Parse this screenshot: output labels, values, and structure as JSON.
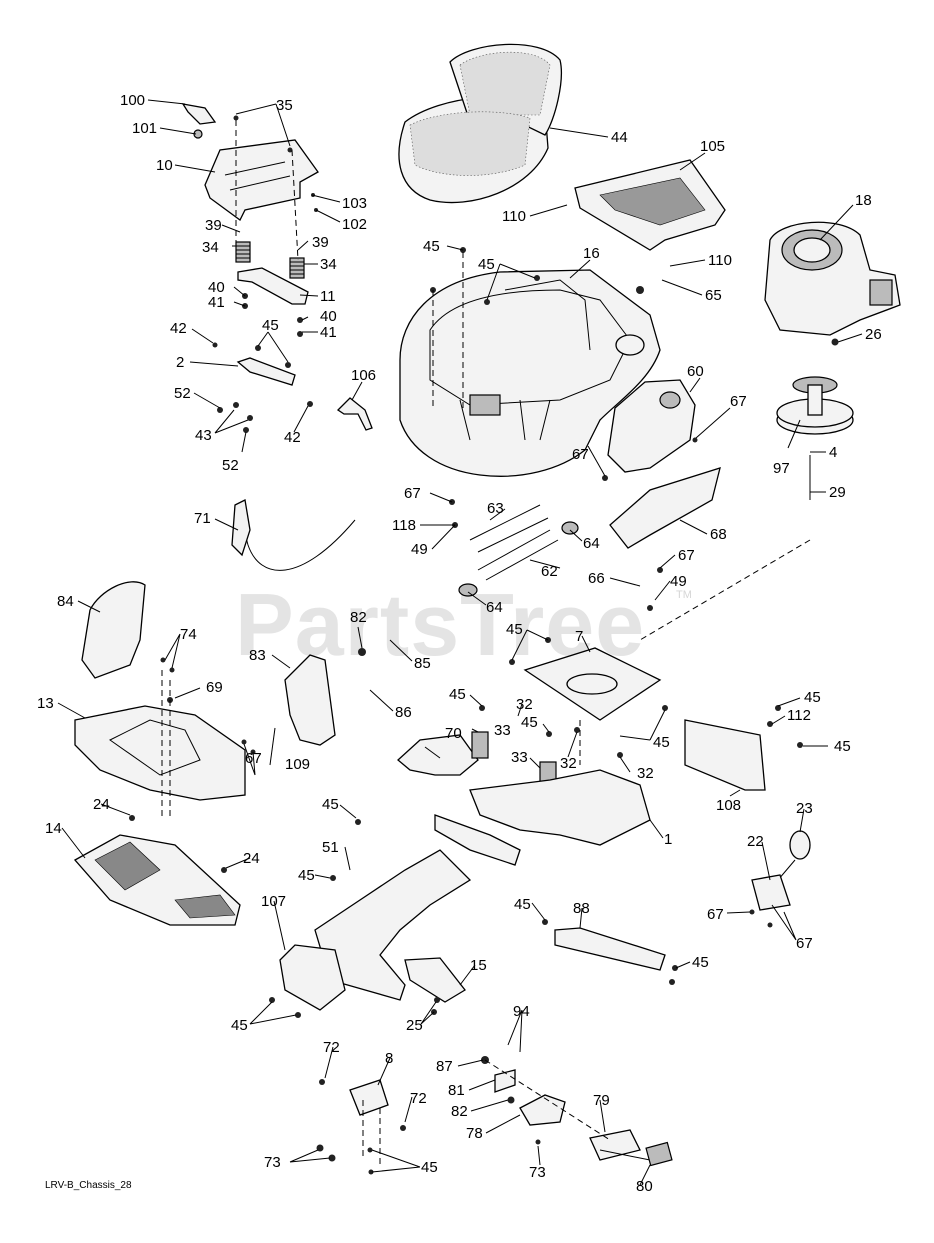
{
  "watermark": "PartsTree",
  "watermark_tm": "TM",
  "diagram_ref": "LRV-B_Chassis_28",
  "callouts": [
    {
      "id": "c100",
      "text": "100"
    },
    {
      "id": "c101",
      "text": "101"
    },
    {
      "id": "c35",
      "text": "35"
    },
    {
      "id": "c10",
      "text": "10"
    },
    {
      "id": "c103",
      "text": "103"
    },
    {
      "id": "c102",
      "text": "102"
    },
    {
      "id": "c39a",
      "text": "39"
    },
    {
      "id": "c39b",
      "text": "39"
    },
    {
      "id": "c34a",
      "text": "34"
    },
    {
      "id": "c34b",
      "text": "34"
    },
    {
      "id": "c40a",
      "text": "40"
    },
    {
      "id": "c41a",
      "text": "41"
    },
    {
      "id": "c11",
      "text": "11"
    },
    {
      "id": "c40b",
      "text": "40"
    },
    {
      "id": "c41b",
      "text": "41"
    },
    {
      "id": "c42a",
      "text": "42"
    },
    {
      "id": "c45a",
      "text": "45"
    },
    {
      "id": "c2",
      "text": "2"
    },
    {
      "id": "c52a",
      "text": "52"
    },
    {
      "id": "c43",
      "text": "43"
    },
    {
      "id": "c42b",
      "text": "42"
    },
    {
      "id": "c52b",
      "text": "52"
    },
    {
      "id": "c106",
      "text": "106"
    },
    {
      "id": "c44",
      "text": "44"
    },
    {
      "id": "c105",
      "text": "105"
    },
    {
      "id": "c110a",
      "text": "110"
    },
    {
      "id": "c110b",
      "text": "110"
    },
    {
      "id": "c45b",
      "text": "45"
    },
    {
      "id": "c45c",
      "text": "45"
    },
    {
      "id": "c16",
      "text": "16"
    },
    {
      "id": "c65",
      "text": "65"
    },
    {
      "id": "c18",
      "text": "18"
    },
    {
      "id": "c26",
      "text": "26"
    },
    {
      "id": "c60",
      "text": "60"
    },
    {
      "id": "c67a",
      "text": "67"
    },
    {
      "id": "c97",
      "text": "97"
    },
    {
      "id": "c4",
      "text": "4"
    },
    {
      "id": "c29",
      "text": "29"
    },
    {
      "id": "c67b",
      "text": "67"
    },
    {
      "id": "c67c",
      "text": "67"
    },
    {
      "id": "c118",
      "text": "118"
    },
    {
      "id": "c63",
      "text": "63"
    },
    {
      "id": "c49a",
      "text": "49"
    },
    {
      "id": "c64a",
      "text": "64"
    },
    {
      "id": "c68",
      "text": "68"
    },
    {
      "id": "c62",
      "text": "62"
    },
    {
      "id": "c67d",
      "text": "67"
    },
    {
      "id": "c66",
      "text": "66"
    },
    {
      "id": "c49b",
      "text": "49"
    },
    {
      "id": "c64b",
      "text": "64"
    },
    {
      "id": "c71",
      "text": "71"
    },
    {
      "id": "c84",
      "text": "84"
    },
    {
      "id": "c74",
      "text": "74"
    },
    {
      "id": "c82a",
      "text": "82"
    },
    {
      "id": "c85",
      "text": "85"
    },
    {
      "id": "c45d",
      "text": "45"
    },
    {
      "id": "c7",
      "text": "7"
    },
    {
      "id": "c83",
      "text": "83"
    },
    {
      "id": "c69",
      "text": "69"
    },
    {
      "id": "c13",
      "text": "13"
    },
    {
      "id": "c86",
      "text": "86"
    },
    {
      "id": "c45e",
      "text": "45"
    },
    {
      "id": "c32a",
      "text": "32"
    },
    {
      "id": "c45f",
      "text": "45"
    },
    {
      "id": "c112",
      "text": "112"
    },
    {
      "id": "c45g",
      "text": "45"
    },
    {
      "id": "c33a",
      "text": "33"
    },
    {
      "id": "c70",
      "text": "70"
    },
    {
      "id": "c45h",
      "text": "45"
    },
    {
      "id": "c45i",
      "text": "45"
    },
    {
      "id": "c109",
      "text": "109"
    },
    {
      "id": "c67e",
      "text": "67"
    },
    {
      "id": "c33b",
      "text": "33"
    },
    {
      "id": "c32b",
      "text": "32"
    },
    {
      "id": "c32c",
      "text": "32"
    },
    {
      "id": "c108",
      "text": "108"
    },
    {
      "id": "c24a",
      "text": "24"
    },
    {
      "id": "c45j",
      "text": "45"
    },
    {
      "id": "c1",
      "text": "1"
    },
    {
      "id": "c23",
      "text": "23"
    },
    {
      "id": "c14",
      "text": "14"
    },
    {
      "id": "c51",
      "text": "51"
    },
    {
      "id": "c24b",
      "text": "24"
    },
    {
      "id": "c22",
      "text": "22"
    },
    {
      "id": "c45k",
      "text": "45"
    },
    {
      "id": "c107",
      "text": "107"
    },
    {
      "id": "c45l",
      "text": "45"
    },
    {
      "id": "c88",
      "text": "88"
    },
    {
      "id": "c67f",
      "text": "67"
    },
    {
      "id": "c67g",
      "text": "67"
    },
    {
      "id": "c45m",
      "text": "45"
    },
    {
      "id": "c15",
      "text": "15"
    },
    {
      "id": "c45n",
      "text": "45"
    },
    {
      "id": "c25",
      "text": "25"
    },
    {
      "id": "c94",
      "text": "94"
    },
    {
      "id": "c72a",
      "text": "72"
    },
    {
      "id": "c8",
      "text": "8"
    },
    {
      "id": "c87",
      "text": "87"
    },
    {
      "id": "c81",
      "text": "81"
    },
    {
      "id": "c72b",
      "text": "72"
    },
    {
      "id": "c82b",
      "text": "82"
    },
    {
      "id": "c79",
      "text": "79"
    },
    {
      "id": "c78",
      "text": "78"
    },
    {
      "id": "c73a",
      "text": "73"
    },
    {
      "id": "c45o",
      "text": "45"
    },
    {
      "id": "c73b",
      "text": "73"
    },
    {
      "id": "c80",
      "text": "80"
    }
  ]
}
